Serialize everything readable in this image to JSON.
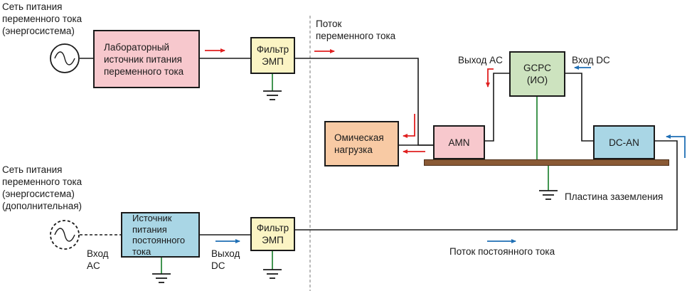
{
  "title": "Схема подключения GCPC (ИО) к сети переменного и постоянного тока",
  "labels": {
    "ac_grid_main": "Сеть питания\nпеременного тока\n(энергосистема)",
    "ac_grid_aux": "Сеть питания\nпеременного тока\n(энергосистема)\n(дополнительная)",
    "ac_flow": "Поток\nпеременного тока",
    "ac_out": "Выход AC",
    "dc_in": "Вход DC",
    "ac_in": "Вход\nAC",
    "dc_out": "Выход\nDC",
    "dc_flow": "Поток постоянного тока",
    "ground_plate": "Пластина заземления"
  },
  "blocks": {
    "lab_ac_source": "Лабораторный\nисточник питания\nпеременного тока",
    "emi_filter_top": "Фильтр\nЭМП",
    "gcpc": "GCPC\n(ИО)",
    "resistive_load": "Омическая\nнагрузка",
    "amn": "AMN",
    "dc_an": "DC-AN",
    "dc_source": "Источник\nпитания\nпостоянного\nтока",
    "emi_filter_bottom": "Фильтр\nЭМП"
  },
  "colors": {
    "ac_arrow": "#e02020",
    "dc_arrow": "#1f6fb5",
    "ground_wire": "#2e8b3e",
    "wire": "#1a1a1a",
    "plate": "#8a5a35"
  }
}
